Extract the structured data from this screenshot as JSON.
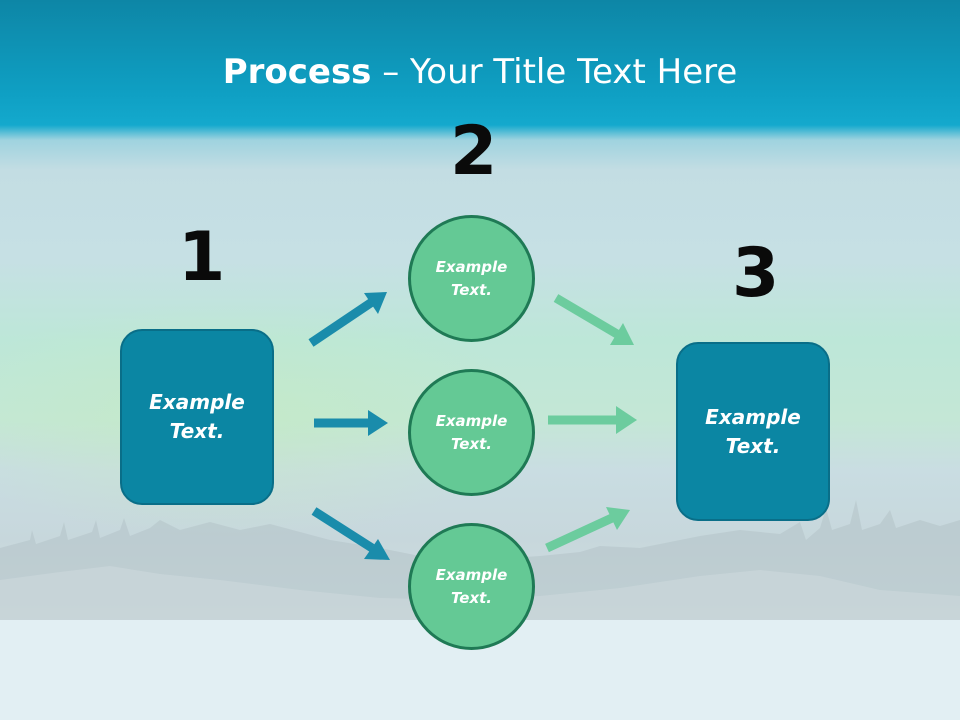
{
  "title": {
    "bold": "Process",
    "rest": " – Your Title Text Here"
  },
  "numbers": [
    "1",
    "2",
    "3"
  ],
  "left_box": "Example\nText.",
  "right_box": "Example\nText.",
  "circles": [
    "Example\nText.",
    "Example\nText.",
    "Example\nText."
  ],
  "colors": {
    "box": "#0b86a3",
    "circle": "#64c995",
    "arrow_blue": "#1a8cab",
    "arrow_green": "#6ccc9e"
  }
}
